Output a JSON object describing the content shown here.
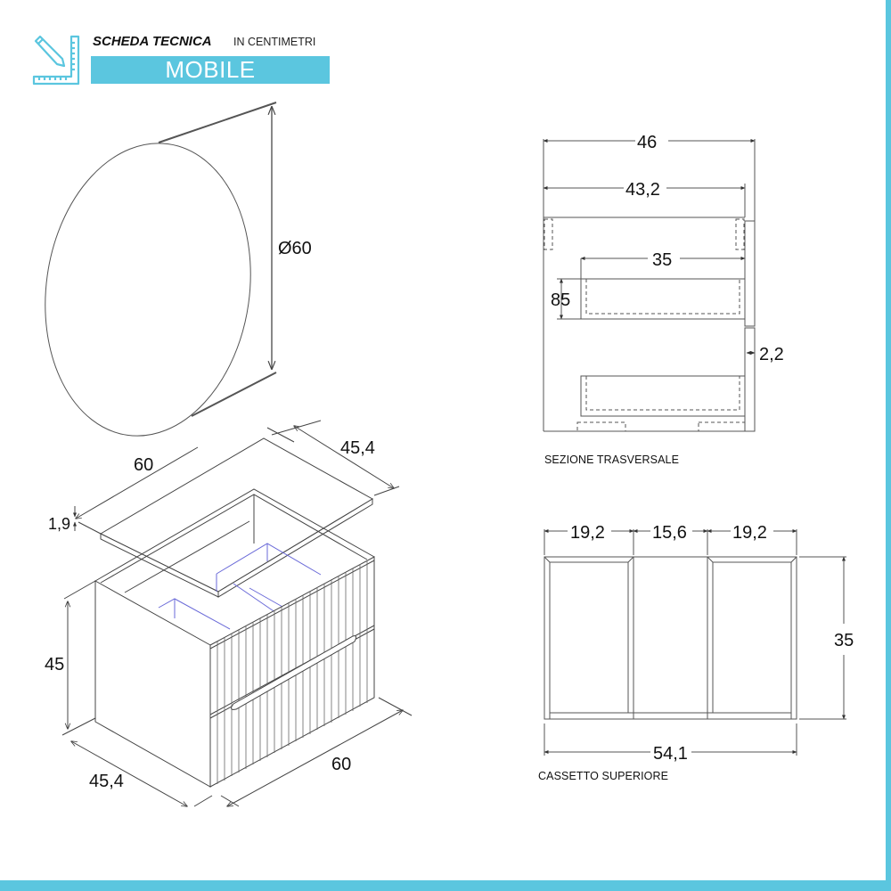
{
  "header": {
    "title": "SCHEDA TECNICA",
    "subtitle": "IN CENTIMETRI",
    "banner": "MOBILE",
    "icon": "ruler-pencil-icon",
    "accent_color": "#5bc6df"
  },
  "mirror": {
    "diameter_label": "Ø60"
  },
  "cabinet_iso": {
    "top_width": "60",
    "top_depth": "45,4",
    "top_thickness": "1,9",
    "height": "45",
    "base_depth": "45,4",
    "base_width": "60"
  },
  "cross_section": {
    "caption": "SEZIONE TRASVERSALE",
    "overall_depth": "46",
    "inner_depth": "43,2",
    "drawer_depth": "35",
    "drawer_height": "85",
    "front_thickness": "2,2"
  },
  "top_drawer": {
    "caption": "CASSETTO SUPERIORE",
    "left_width": "19,2",
    "middle_width": "15,6",
    "right_width": "19,2",
    "height": "35",
    "total_width": "54,1"
  }
}
